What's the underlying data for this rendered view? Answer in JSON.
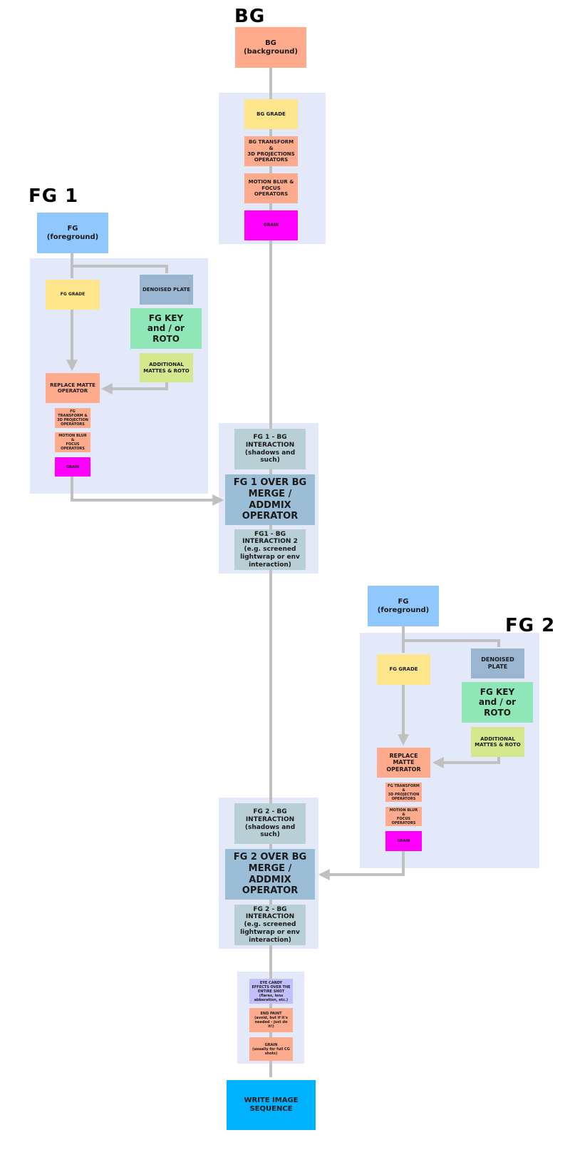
{
  "headings": {
    "bg": "BG",
    "fg1": "FG 1",
    "fg2": "FG 2"
  },
  "bg_branch": {
    "source": "BG\n(background)",
    "grade": "BG GRADE",
    "transform": "BG TRANSFORM &\n3D PROJECTIONS\nOPERATORS",
    "motion_blur": "MOTION BLUR &\nFOCUS OPERATORS",
    "grain": "GRAIN"
  },
  "fg1_branch": {
    "source": "FG\n(foreground)",
    "grade": "FG GRADE",
    "denoised": "DENOISED PLATE",
    "key": "FG KEY\nand / or\nROTO",
    "mattes": "ADDITIONAL\nMATTES & ROTO",
    "replace_matte": "REPLACE MATTE\nOPERATOR",
    "transform": "FG TRANSFORM &\n3D PROJECTION\nOPERATORS",
    "motion_blur": "MOTION BLUR &\nFOCUS OPERATORS",
    "grain": "GRAIN"
  },
  "merge1": {
    "interaction": "FG 1 - BG\nINTERACTION\n(shadows and such)",
    "merge": "FG 1 OVER BG\nMERGE / ADDMIX\nOPERATOR",
    "interaction2": "FG1 - BG\nINTERACTION 2\n(e.g. screened\nlightwrap or env\ninteraction)"
  },
  "fg2_branch": {
    "source": "FG\n(foreground)",
    "grade": "FG GRADE",
    "denoised": "DENOISED PLATE",
    "key": "FG KEY\nand / or\nROTO",
    "mattes": "ADDITIONAL\nMATTES & ROTO",
    "replace_matte": "REPLACE MATTE\nOPERATOR",
    "transform": "FG TRANSFORM &\n3D PROJECTION\nOPERATORS",
    "motion_blur": "MOTION BLUR &\nFOCUS OPERATORS",
    "grain": "GRAIN"
  },
  "merge2": {
    "interaction": "FG 2 - BG\nINTERACTION\n(shadows and such)",
    "merge": "FG 2 OVER BG\nMERGE / ADDMIX\nOPERATOR",
    "interaction2": "FG 2 - BG\nINTERACTION\n(e.g. screened\nlightwrap or env\ninteraction)"
  },
  "finishing": {
    "eye_candy": "EYE CANDY\nEFFECTS OVER THE\nENTIRE SHOT\n(flares, lens\nabberation, etc.)",
    "end_paint": "END PAINT\n(avoid, but if it's\nneeded - just do it!)",
    "grain": "GRAIN\n(usually for full CG\nshots)",
    "output": "WRITE IMAGE\nSEQUENCE"
  },
  "colors": {
    "wire": "#c0c0c0",
    "panel": "#e4e9fa",
    "orange": "#fdab8c",
    "yellow": "#fde68c",
    "magenta": "#ff00ff",
    "blue": "#90c8fe",
    "steel": "#99b5d0",
    "green": "#8fe6b7",
    "lime": "#d6e88e",
    "grey": "#b8cfd5",
    "lavender": "#c3bffc",
    "cyan": "#00b1fe"
  }
}
